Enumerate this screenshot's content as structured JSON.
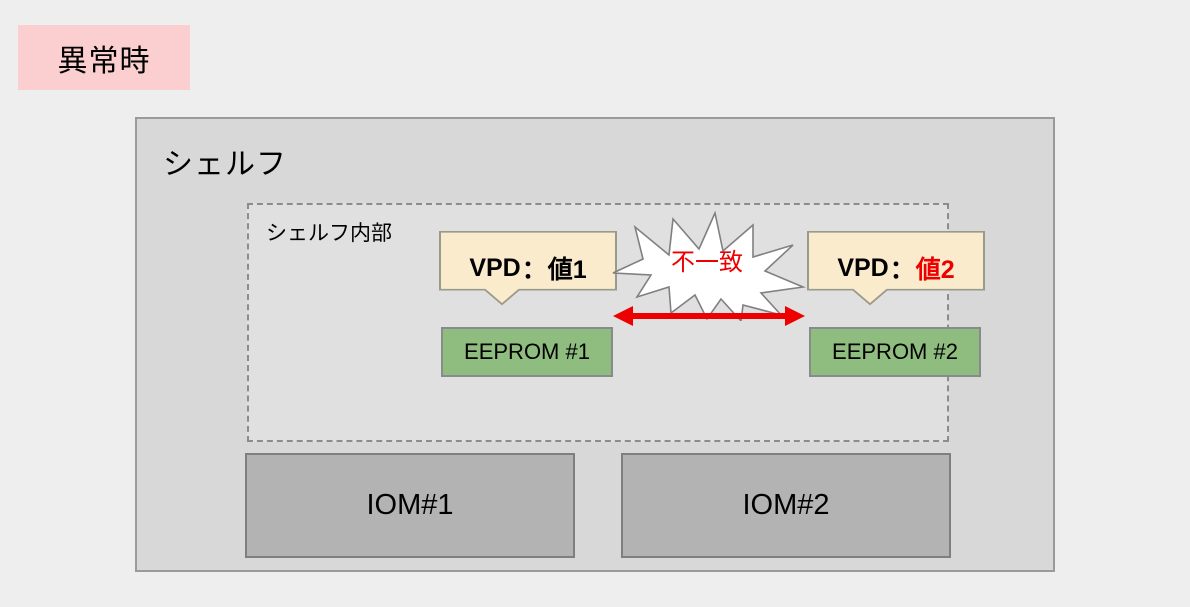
{
  "status_badge": {
    "label": "異常時"
  },
  "shelf": {
    "label": "シェルフ",
    "inner": {
      "label": "シェルフ内部",
      "vpd_callouts": [
        {
          "name": "vpd-1",
          "label": "VPD",
          "separator": "：",
          "value": "値1",
          "value_color": "#000000"
        },
        {
          "name": "vpd-2",
          "label": "VPD",
          "separator": "：",
          "value": "値2",
          "value_color": "#ee0000"
        }
      ],
      "eeproms": [
        {
          "label": "EEPROM #1"
        },
        {
          "label": "EEPROM #2"
        }
      ],
      "mismatch": {
        "label": "不一致",
        "color": "#ee0000",
        "burst_fill": "#ffffff",
        "burst_stroke": "#808080",
        "arrow_color": "#ee0000"
      }
    },
    "ioms": [
      {
        "label": "IOM#1"
      },
      {
        "label": "IOM#2"
      }
    ]
  },
  "colors": {
    "page_background": "#eeeeee",
    "badge_background": "#fbcfcf",
    "shelf_background": "#d8d8d8",
    "shelf_border": "#9a9a9a",
    "inner_background": "#e0e0e0",
    "inner_border": "#8c8c8c",
    "callout_fill": "#faebcd",
    "callout_stroke": "#9a9a8a",
    "eeprom_fill": "#8fbc7f",
    "eeprom_stroke": "#8a8a8a",
    "iom_fill": "#b3b3b3",
    "iom_stroke": "#7f7f7f"
  }
}
